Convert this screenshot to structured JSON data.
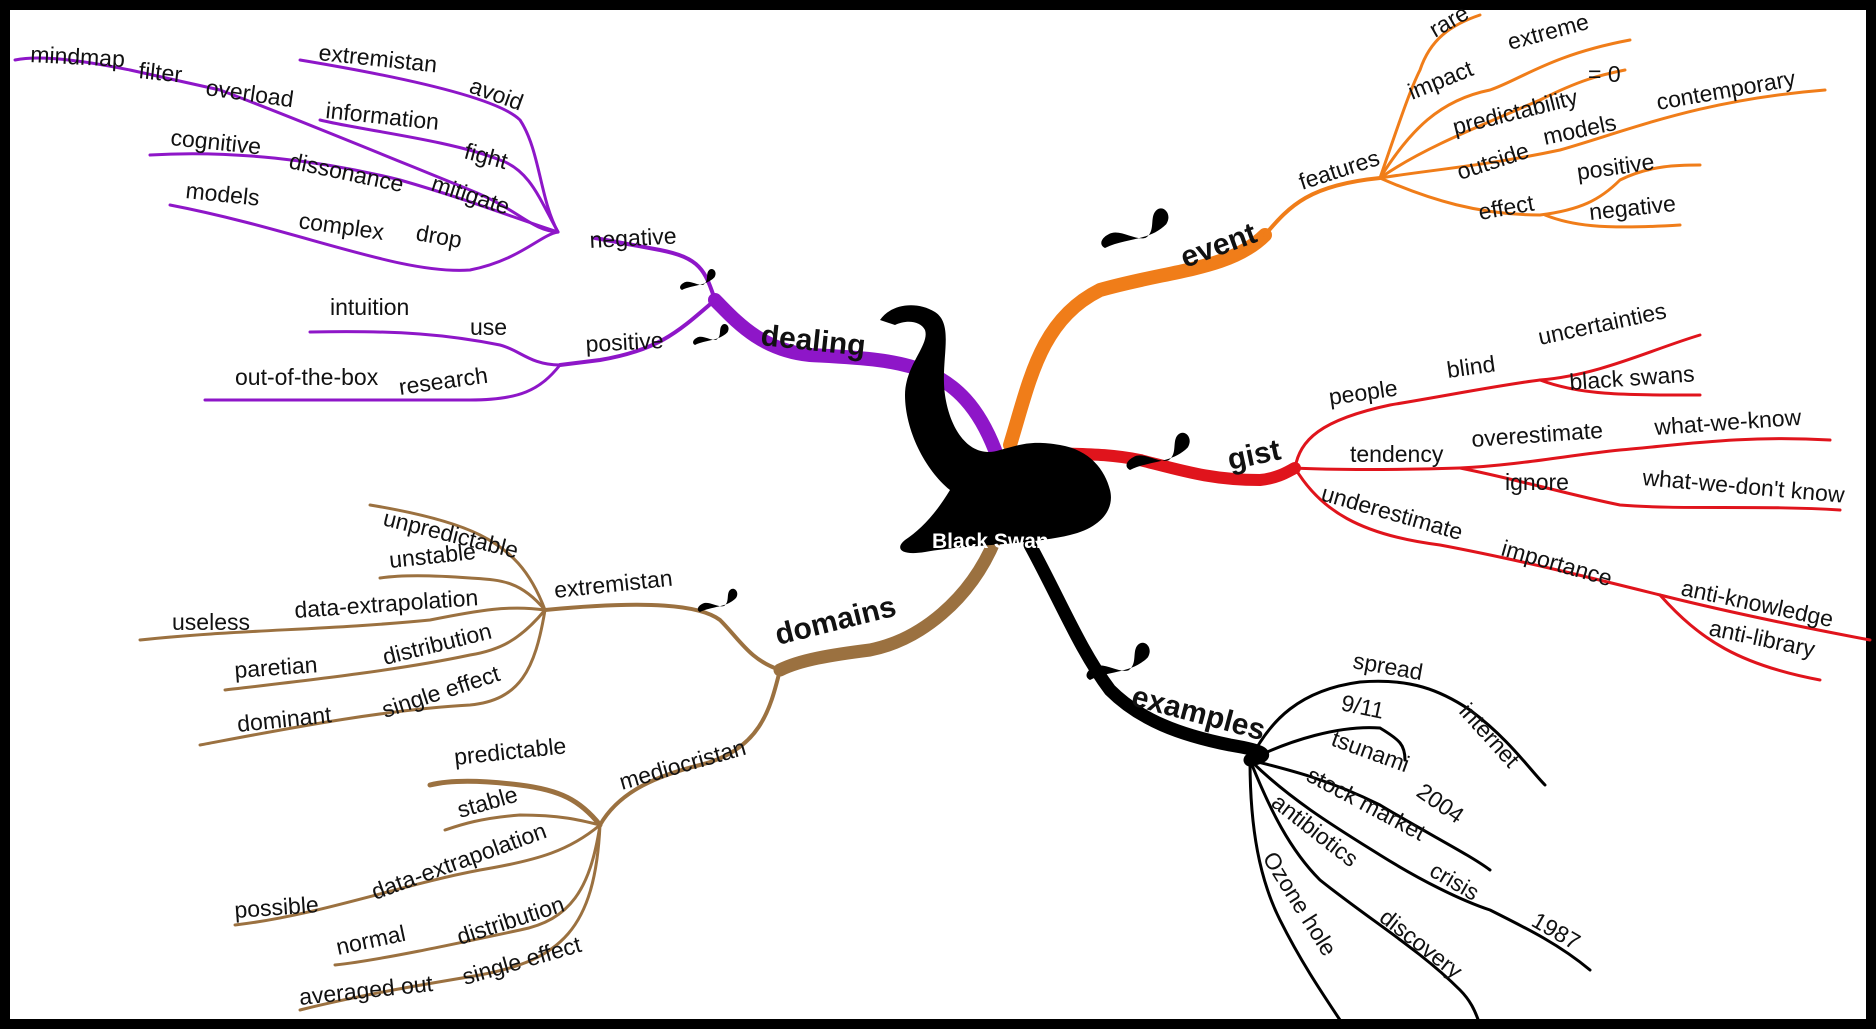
{
  "title": "Black Swan",
  "colors": {
    "dealing": "#8e16c8",
    "event": "#f07d19",
    "gist": "#e0141c",
    "domains": "#9b7140",
    "examples": "#000000"
  },
  "branches": {
    "dealing": {
      "label": "dealing",
      "negative": {
        "label": "negative",
        "leaves": [
          "mindmap",
          "filter",
          "overload",
          "extremistan",
          "avoid",
          "information",
          "fight",
          "cognitive",
          "dissonance",
          "mitigate",
          "models",
          "complex",
          "drop"
        ]
      },
      "positive": {
        "label": "positive",
        "leaves": [
          "intuition",
          "use",
          "out-of-the-box",
          "research"
        ]
      }
    },
    "event": {
      "label": "event",
      "features": {
        "label": "features",
        "leaves": [
          "rare",
          "impact",
          "extreme",
          "predictability",
          "= 0",
          "outside",
          "models",
          "contemporary",
          "effect",
          "positive",
          "negative"
        ]
      }
    },
    "gist": {
      "label": "gist",
      "leaves": [
        "people",
        "blind",
        "uncertainties",
        "black swans",
        "tendency",
        "overestimate",
        "what-we-know",
        "ignore",
        "what-we-don't know",
        "underestimate",
        "importance",
        "anti-knowledge",
        "anti-library"
      ]
    },
    "domains": {
      "label": "domains",
      "extremistan": {
        "label": "extremistan",
        "leaves": [
          "unpredictable",
          "unstable",
          "useless",
          "data-extrapolation",
          "paretian",
          "distribution",
          "dominant",
          "single effect"
        ]
      },
      "mediocristan": {
        "label": "mediocristan",
        "leaves": [
          "predictable",
          "stable",
          "possible",
          "data-extrapolation",
          "normal",
          "distribution",
          "averaged out",
          "single effect"
        ]
      }
    },
    "examples": {
      "label": "examples",
      "leaves": [
        "spread",
        "9/11",
        "internet",
        "tsunami",
        "2004",
        "stock market",
        "crisis",
        "antibiotics",
        "1987",
        "Ozone hole",
        "discovery"
      ]
    }
  },
  "icons": [
    "swan-icon"
  ]
}
